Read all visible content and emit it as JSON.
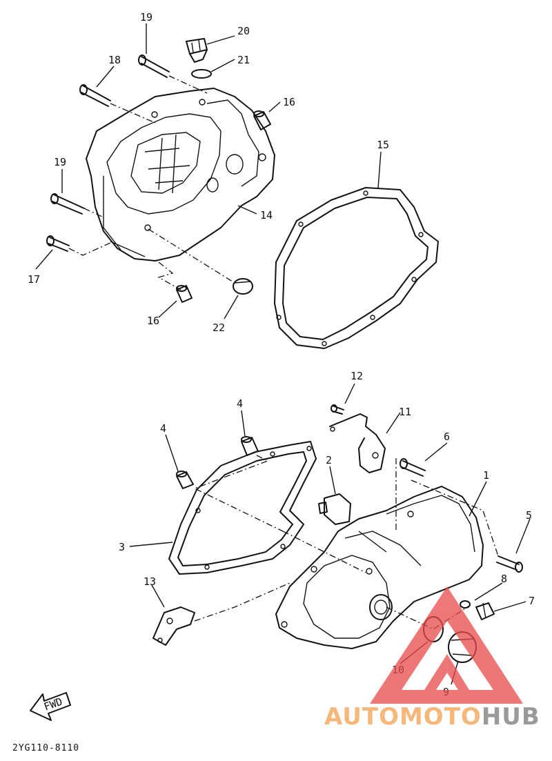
{
  "diagram": {
    "part_labels": {
      "p1": "1",
      "p2": "2",
      "p3": "3",
      "p4a": "4",
      "p4b": "4",
      "p5": "5",
      "p6": "6",
      "p7": "7",
      "p8": "8",
      "p9": "9",
      "p10": "10",
      "p11": "11",
      "p12": "12",
      "p13": "13",
      "p14": "14",
      "p15": "15",
      "p16a": "16",
      "p16b": "16",
      "p17": "17",
      "p18": "18",
      "p19a": "19",
      "p19b": "19",
      "p20": "20",
      "p21": "21",
      "p22": "22"
    },
    "fwd_label": "FWD",
    "drawing_code": "2YG110-8110"
  },
  "watermark": {
    "text_part1": "AUTOMOTO",
    "text_part2": "HUB",
    "color_part1": "#f5b87a",
    "color_part2": "#9a9a9a",
    "triangle_color": "#e84a4a"
  }
}
